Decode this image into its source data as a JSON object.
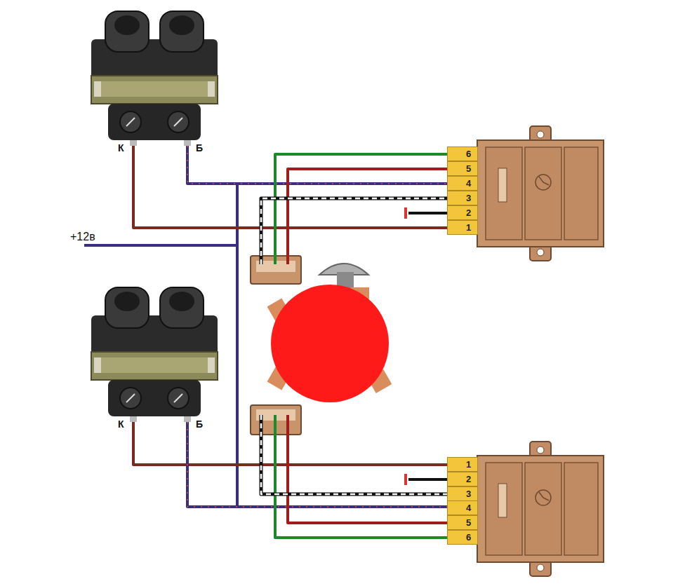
{
  "diagram": {
    "nodes": [
      {
        "text": [
          "6"
        ]
      },
      {
        "text": [
          "5"
        ]
      },
      {
        "text": [
          "4"
        ]
      },
      {
        "text": [
          "3"
        ]
      },
      {
        "text": [
          "2"
        ]
      },
      {
        "text": [
          "1"
        ]
      },
      {
        "text": [
          "1"
        ]
      },
      {
        "text": [
          "2"
        ]
      },
      {
        "text": [
          "3"
        ]
      },
      {
        "text": [
          "4"
        ]
      },
      {
        "text": [
          "5"
        ]
      },
      {
        "text": [
          "6"
        ]
      }
    ],
    "labels": [
      "К",
      "Б",
      "+12в",
      "К",
      "Б"
    ]
  }
}
